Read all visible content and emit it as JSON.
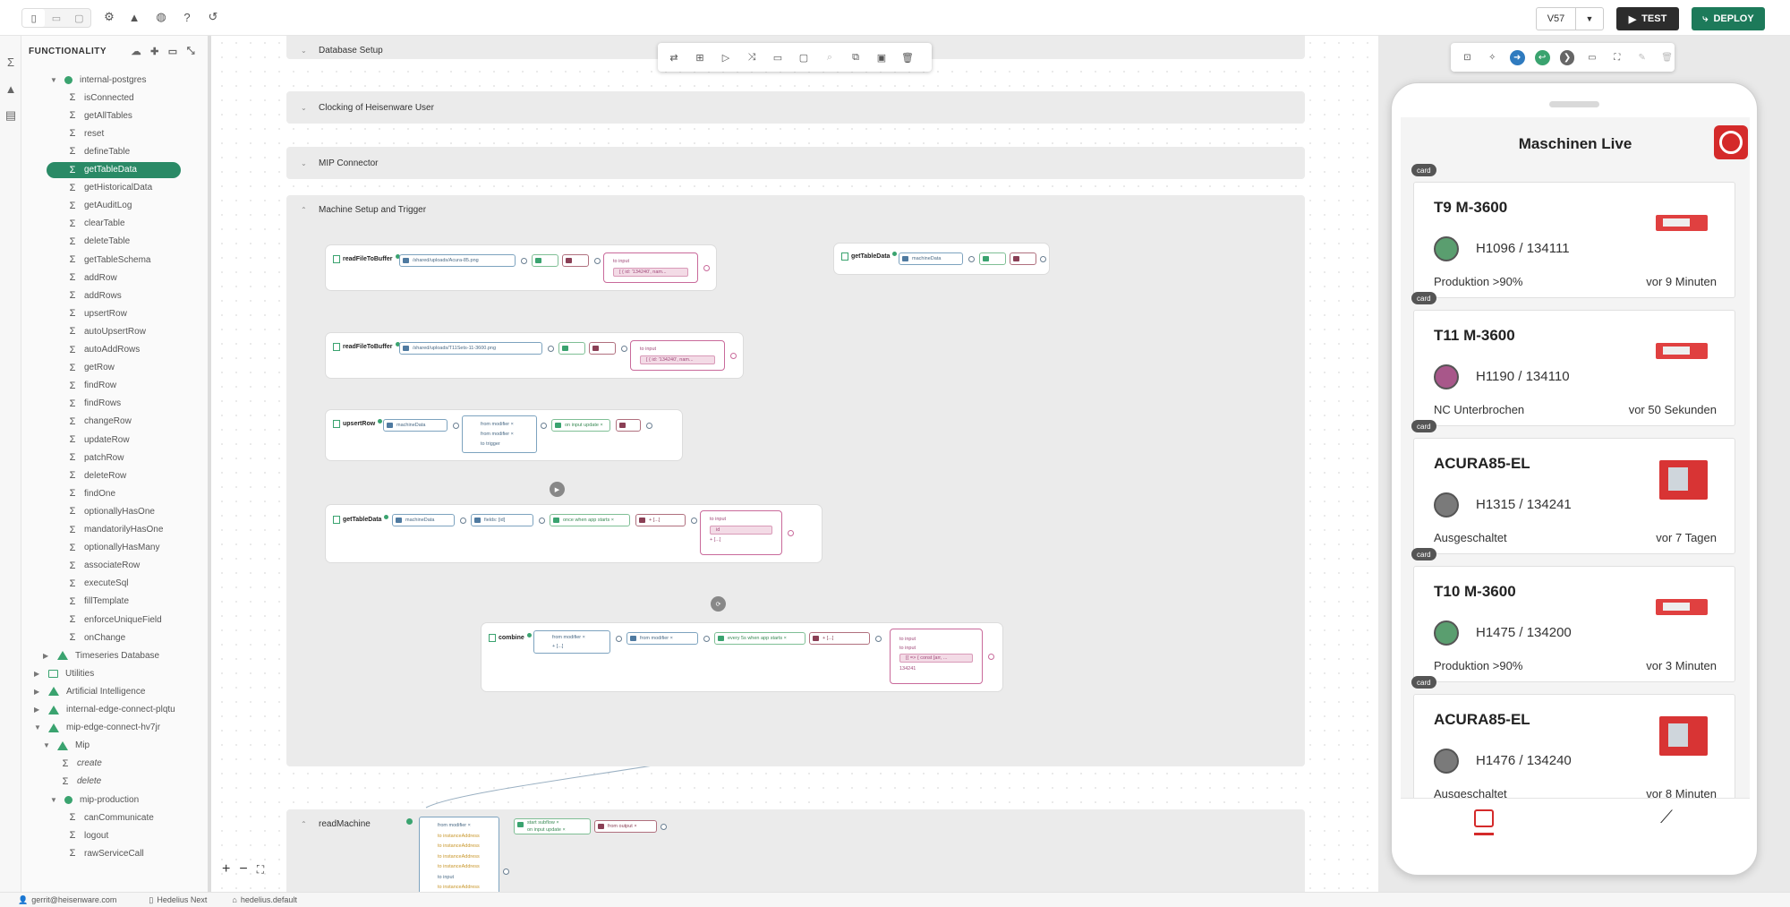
{
  "toolbar": {
    "version": "V57",
    "test_label": "TEST",
    "deploy_label": "DEPLOY"
  },
  "sidebar": {
    "title": "FUNCTIONALITY",
    "items": [
      {
        "label": "internal-postgres",
        "kind": "dot",
        "level": 2,
        "chev": "down"
      },
      {
        "label": "isConnected",
        "kind": "fn",
        "level": 3
      },
      {
        "label": "getAllTables",
        "kind": "fn",
        "level": 3
      },
      {
        "label": "reset",
        "kind": "fn",
        "level": 3
      },
      {
        "label": "defineTable",
        "kind": "fn",
        "level": 3
      },
      {
        "label": "getTableData",
        "kind": "fn",
        "level": 3,
        "selected": true
      },
      {
        "label": "getHistoricalData",
        "kind": "fn",
        "level": 3
      },
      {
        "label": "getAuditLog",
        "kind": "fn",
        "level": 3
      },
      {
        "label": "clearTable",
        "kind": "fn",
        "level": 3
      },
      {
        "label": "deleteTable",
        "kind": "fn",
        "level": 3
      },
      {
        "label": "getTableSchema",
        "kind": "fn",
        "level": 3
      },
      {
        "label": "addRow",
        "kind": "fn",
        "level": 3
      },
      {
        "label": "addRows",
        "kind": "fn",
        "level": 3
      },
      {
        "label": "upsertRow",
        "kind": "fn",
        "level": 3
      },
      {
        "label": "autoUpsertRow",
        "kind": "fn",
        "level": 3
      },
      {
        "label": "autoAddRows",
        "kind": "fn",
        "level": 3
      },
      {
        "label": "getRow",
        "kind": "fn",
        "level": 3
      },
      {
        "label": "findRow",
        "kind": "fn",
        "level": 3
      },
      {
        "label": "findRows",
        "kind": "fn",
        "level": 3
      },
      {
        "label": "changeRow",
        "kind": "fn",
        "level": 3
      },
      {
        "label": "updateRow",
        "kind": "fn",
        "level": 3
      },
      {
        "label": "patchRow",
        "kind": "fn",
        "level": 3
      },
      {
        "label": "deleteRow",
        "kind": "fn",
        "level": 3
      },
      {
        "label": "findOne",
        "kind": "fn",
        "level": 3
      },
      {
        "label": "optionallyHasOne",
        "kind": "fn",
        "level": 3
      },
      {
        "label": "mandatorilyHasOne",
        "kind": "fn",
        "level": 3
      },
      {
        "label": "optionallyHasMany",
        "kind": "fn",
        "level": 3
      },
      {
        "label": "associateRow",
        "kind": "fn",
        "level": 3
      },
      {
        "label": "executeSql",
        "kind": "fn",
        "level": 3
      },
      {
        "label": "fillTemplate",
        "kind": "fn",
        "level": 3
      },
      {
        "label": "enforceUniqueField",
        "kind": "fn",
        "level": 3
      },
      {
        "label": "onChange",
        "kind": "fn",
        "level": 3
      },
      {
        "label": "Timeseries Database",
        "kind": "tri",
        "level": 1,
        "chev": "right"
      },
      {
        "label": "Utilities",
        "kind": "folder",
        "level": 0,
        "chev": "right"
      },
      {
        "label": "Artificial Intelligence",
        "kind": "tri",
        "level": 0,
        "chev": "right"
      },
      {
        "label": "internal-edge-connect-plqtu",
        "kind": "tri",
        "level": 0,
        "chev": "right"
      },
      {
        "label": "mip-edge-connect-hv7jr",
        "kind": "tri",
        "level": 0,
        "chev": "down"
      },
      {
        "label": "Mip",
        "kind": "tri",
        "level": 1,
        "chev": "down"
      },
      {
        "label": "create",
        "kind": "fn",
        "level": 2,
        "italic": true
      },
      {
        "label": "delete",
        "kind": "fn",
        "level": 2,
        "italic": true
      },
      {
        "label": "mip-production",
        "kind": "dot",
        "level": 2,
        "chev": "down"
      },
      {
        "label": "canCommunicate",
        "kind": "fn",
        "level": 3
      },
      {
        "label": "logout",
        "kind": "fn",
        "level": 3
      },
      {
        "label": "rawServiceCall",
        "kind": "fn",
        "level": 3
      }
    ]
  },
  "canvas": {
    "groups": {
      "g1": "Database Setup",
      "g2": "Clocking of Heisenware User",
      "g3": "MIP Connector",
      "g4": "Machine Setup and Trigger",
      "g5": "readMachine"
    },
    "nodes": {
      "n1": {
        "name": "readFileToBuffer",
        "path": "/shared/uploads/Acura-85.png",
        "out_title": "to input",
        "out_val": "[ { id: '134240', nam..."
      },
      "n2": {
        "name": "readFileToBuffer",
        "path": "/shared/uploads/T11Sets-11-3600.png",
        "out_title": "to input",
        "out_val": "[ { id: '134240', nam..."
      },
      "n3": {
        "name": "upsertRow",
        "table": "machineData",
        "m1": "from modifier ×",
        "m2": "from modifier ×",
        "m3": "to trigger",
        "trig": "on input update ×"
      },
      "n4": {
        "name": "getTableData",
        "table": "machineData",
        "fields": "fields: [id]",
        "trig": "once when app starts ×",
        "arr": "+ [...]",
        "out_title": "to input",
        "out_val": "id",
        "out_arr": "+ [...]"
      },
      "n5": {
        "name": "combine",
        "m1": "from modifier ×",
        "m1b": "+ [...]",
        "m2": "from modifier ×",
        "trig": "every 5s when app starts ×",
        "arr": "+ [...]",
        "out_title": "to input",
        "out_sub": "to input",
        "out_val": "[{ => { const [arr, ...",
        "out_num": "134241"
      },
      "n6": {
        "name": "getTableData",
        "table": "machineData"
      },
      "n7": {
        "m1": "from modifier ×",
        "inputs": [
          "to instanceAddress",
          "to instanceAddress",
          "to instanceAddress",
          "to instanceAddress",
          "to input",
          "to instanceAddress"
        ],
        "trig1": "start subflow ×",
        "trig2": "on input update ×",
        "out": "from output ×"
      }
    }
  },
  "preview": {
    "title": "Maschinen Live",
    "card_tag": "card",
    "cards": [
      {
        "name": "T9 M-3600",
        "id": "H1096 / 134111",
        "status": "Produktion >90%",
        "time": "vor 9 Minuten",
        "color": "#5a9e6f",
        "image": "small"
      },
      {
        "name": "T11 M-3600",
        "id": "H1190 / 134110",
        "status": "NC Unterbrochen",
        "time": "vor 50 Sekunden",
        "color": "#a8578a",
        "image": "small"
      },
      {
        "name": "ACURA85-EL",
        "id": "H1315 / 134241",
        "status": "Ausgeschaltet",
        "time": "vor 7 Tagen",
        "color": "#7a7a7a",
        "image": "tall"
      },
      {
        "name": "T10 M-3600",
        "id": "H1475 / 134200",
        "status": "Produktion >90%",
        "time": "vor 3 Minuten",
        "color": "#5a9e6f",
        "image": "small"
      },
      {
        "name": "ACURA85-EL",
        "id": "H1476 / 134240",
        "status": "Ausgeschaltet",
        "time": "vor 8 Minuten",
        "color": "#7a7a7a",
        "image": "tall"
      }
    ]
  },
  "statusbar": {
    "user": "gerrit@heisenware.com",
    "device": "Hedelius Next",
    "tenant": "hedelius.default"
  },
  "icons": {
    "mobile": "mobile-icon",
    "tablet": "tablet-icon",
    "desktop": "desktop-icon",
    "settings": "gear-icon",
    "navigate": "navigation-icon",
    "language": "globe-icon",
    "help": "help-icon",
    "history": "history-icon",
    "deploy": "share-icon",
    "test": "play-icon"
  },
  "colors": {
    "accent": "#1d7a5a",
    "selected": "#2a8a66",
    "brand_red": "#d42a2a",
    "status_green": "#5a9e6f",
    "status_purple": "#a8578a",
    "status_grey": "#7a7a7a"
  }
}
